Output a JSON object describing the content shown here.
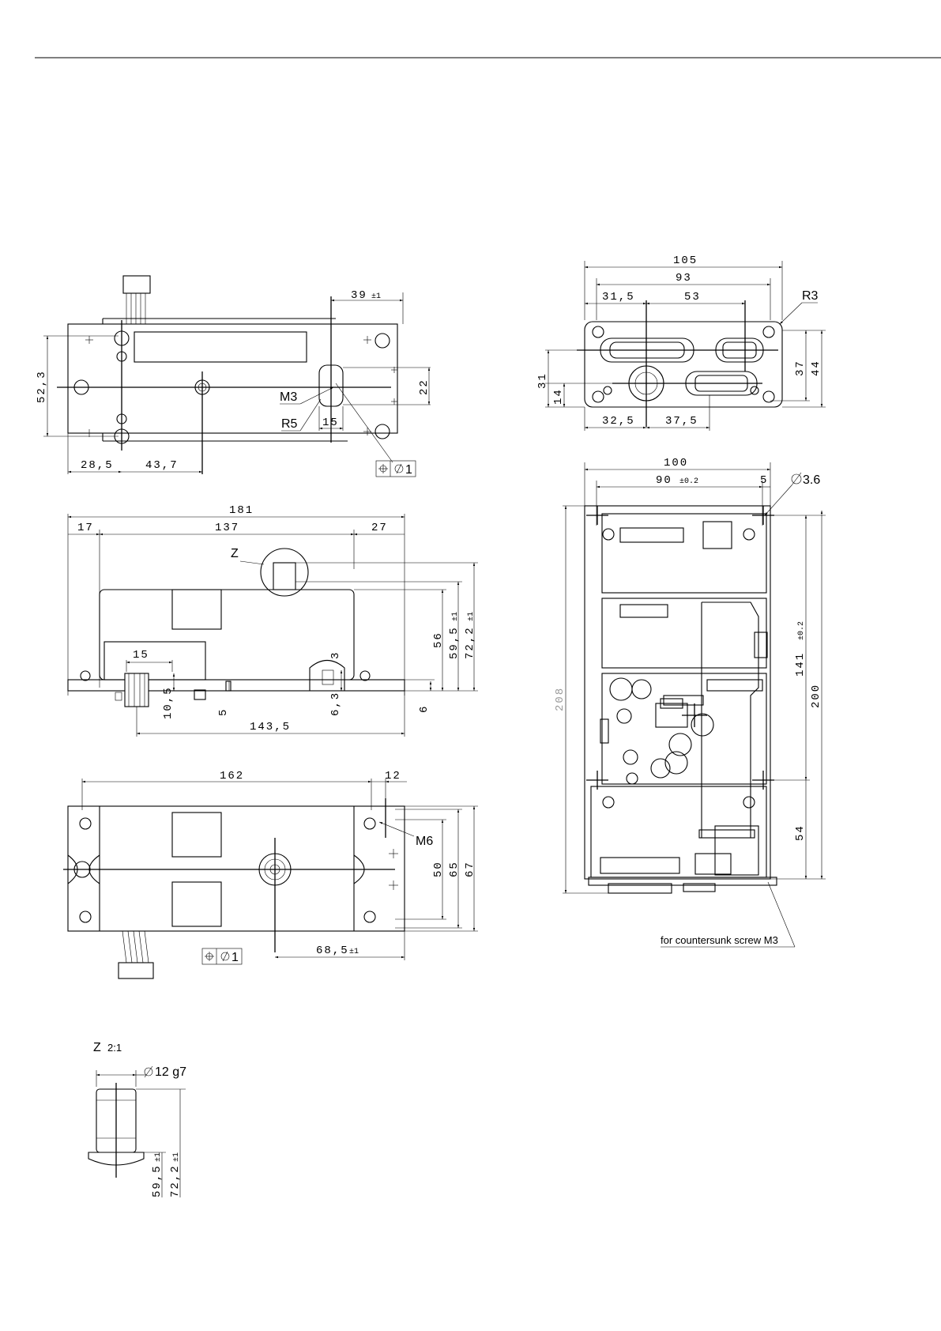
{
  "top_view": {
    "dim_39": "39",
    "tol_39": "±1",
    "dim_52_3": "52,3",
    "dim_22": "22",
    "label_m3": "M3",
    "label_r5": "R5",
    "dim_15": "15",
    "dim_28_5": "28,5",
    "dim_43_7": "43,7",
    "gdt_value": "1"
  },
  "side_view": {
    "dim_181": "181",
    "dim_17": "17",
    "dim_137": "137",
    "dim_27": "27",
    "label_z": "Z",
    "dim_56": "56",
    "dim_59_5": "59,5",
    "tol_59_5": "±1",
    "dim_72_2": "72,2",
    "tol_72_2": "±1",
    "dim_15": "15",
    "dim_10_5": "10,5",
    "dim_5": "5",
    "dim_6_3": "6,3",
    "dim_3": "3",
    "dim_6": "6",
    "dim_143_5": "143,5"
  },
  "bottom_view": {
    "dim_162": "162",
    "dim_12": "12",
    "label_m6": "M6",
    "dim_50": "50",
    "dim_65": "65",
    "dim_67": "67",
    "gdt_value": "1",
    "dim_68_5": "68,5",
    "tol_68_5": "±1"
  },
  "detail_z": {
    "title": "Z",
    "scale": "2:1",
    "dia_label": "12 g7",
    "dim_59_5": "59,5",
    "tol_59_5": "±1",
    "dim_72_2": "72,2",
    "tol_72_2": "±1"
  },
  "end_view": {
    "dim_105": "105",
    "dim_93": "93",
    "dim_31_5": "31,5",
    "dim_53": "53",
    "label_r3": "R3",
    "dim_31": "31",
    "dim_14": "14",
    "dim_37": "37",
    "dim_44": "44",
    "dim_32_5": "32,5",
    "dim_37_5": "37,5"
  },
  "front_view": {
    "dim_100": "100",
    "dim_90": "90",
    "tol_90": "±0.2",
    "dim_5": "5",
    "dia_3_6": "3.6",
    "dim_208": "208",
    "dim_141": "141",
    "tol_141": "±0.2",
    "dim_200": "200",
    "dim_54": "54",
    "note_countersunk": "for countersunk screw M3"
  }
}
